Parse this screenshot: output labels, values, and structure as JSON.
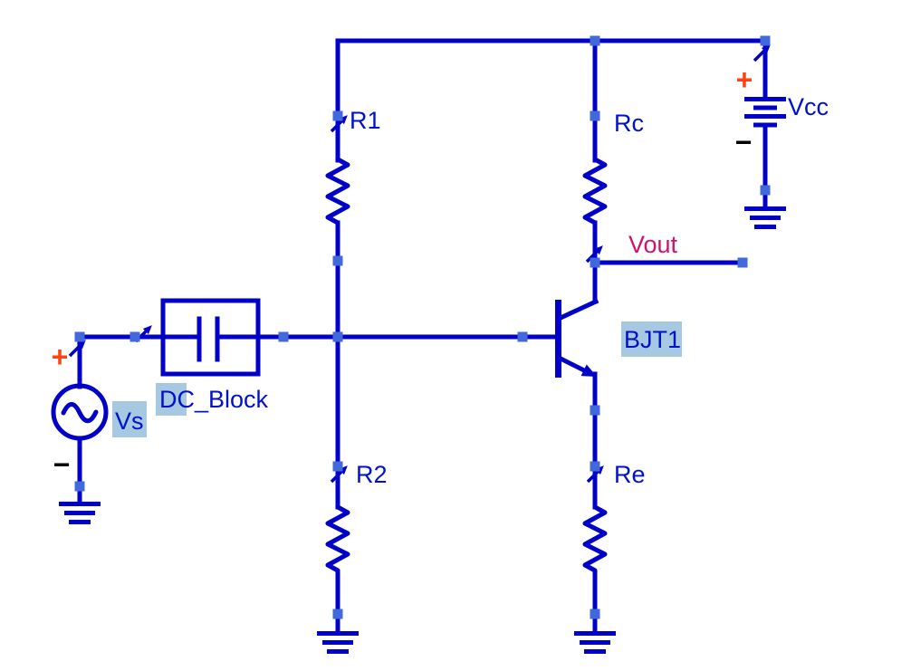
{
  "colors": {
    "background": "#FFFFFF",
    "wire": "#0000C8",
    "node": "#4169DB",
    "label": "#0011CC",
    "highlight": "#A6C8E0",
    "netlabel": "#CE1272",
    "plus": "#FF4413",
    "minus": "#000000"
  },
  "schematic": {
    "components": {
      "vs": {
        "designator": "Vs",
        "type": "ac-voltage-source",
        "plus": "+",
        "minus": "−"
      },
      "dcblock": {
        "name_hl": "DC",
        "name_rest": "_Block",
        "type": "dc-blocking-capacitor"
      },
      "r1": {
        "designator": "R1",
        "type": "resistor"
      },
      "r2": {
        "designator": "R2",
        "type": "resistor"
      },
      "rc": {
        "designator": "Rc",
        "type": "resistor"
      },
      "re": {
        "designator": "Re",
        "type": "resistor"
      },
      "bjt1": {
        "designator": "BJT1",
        "type": "npn-bjt"
      },
      "vcc": {
        "designator": "Vcc",
        "type": "dc-voltage-source",
        "plus": "+",
        "minus": "−"
      }
    },
    "nets": {
      "output": "Vout"
    }
  }
}
